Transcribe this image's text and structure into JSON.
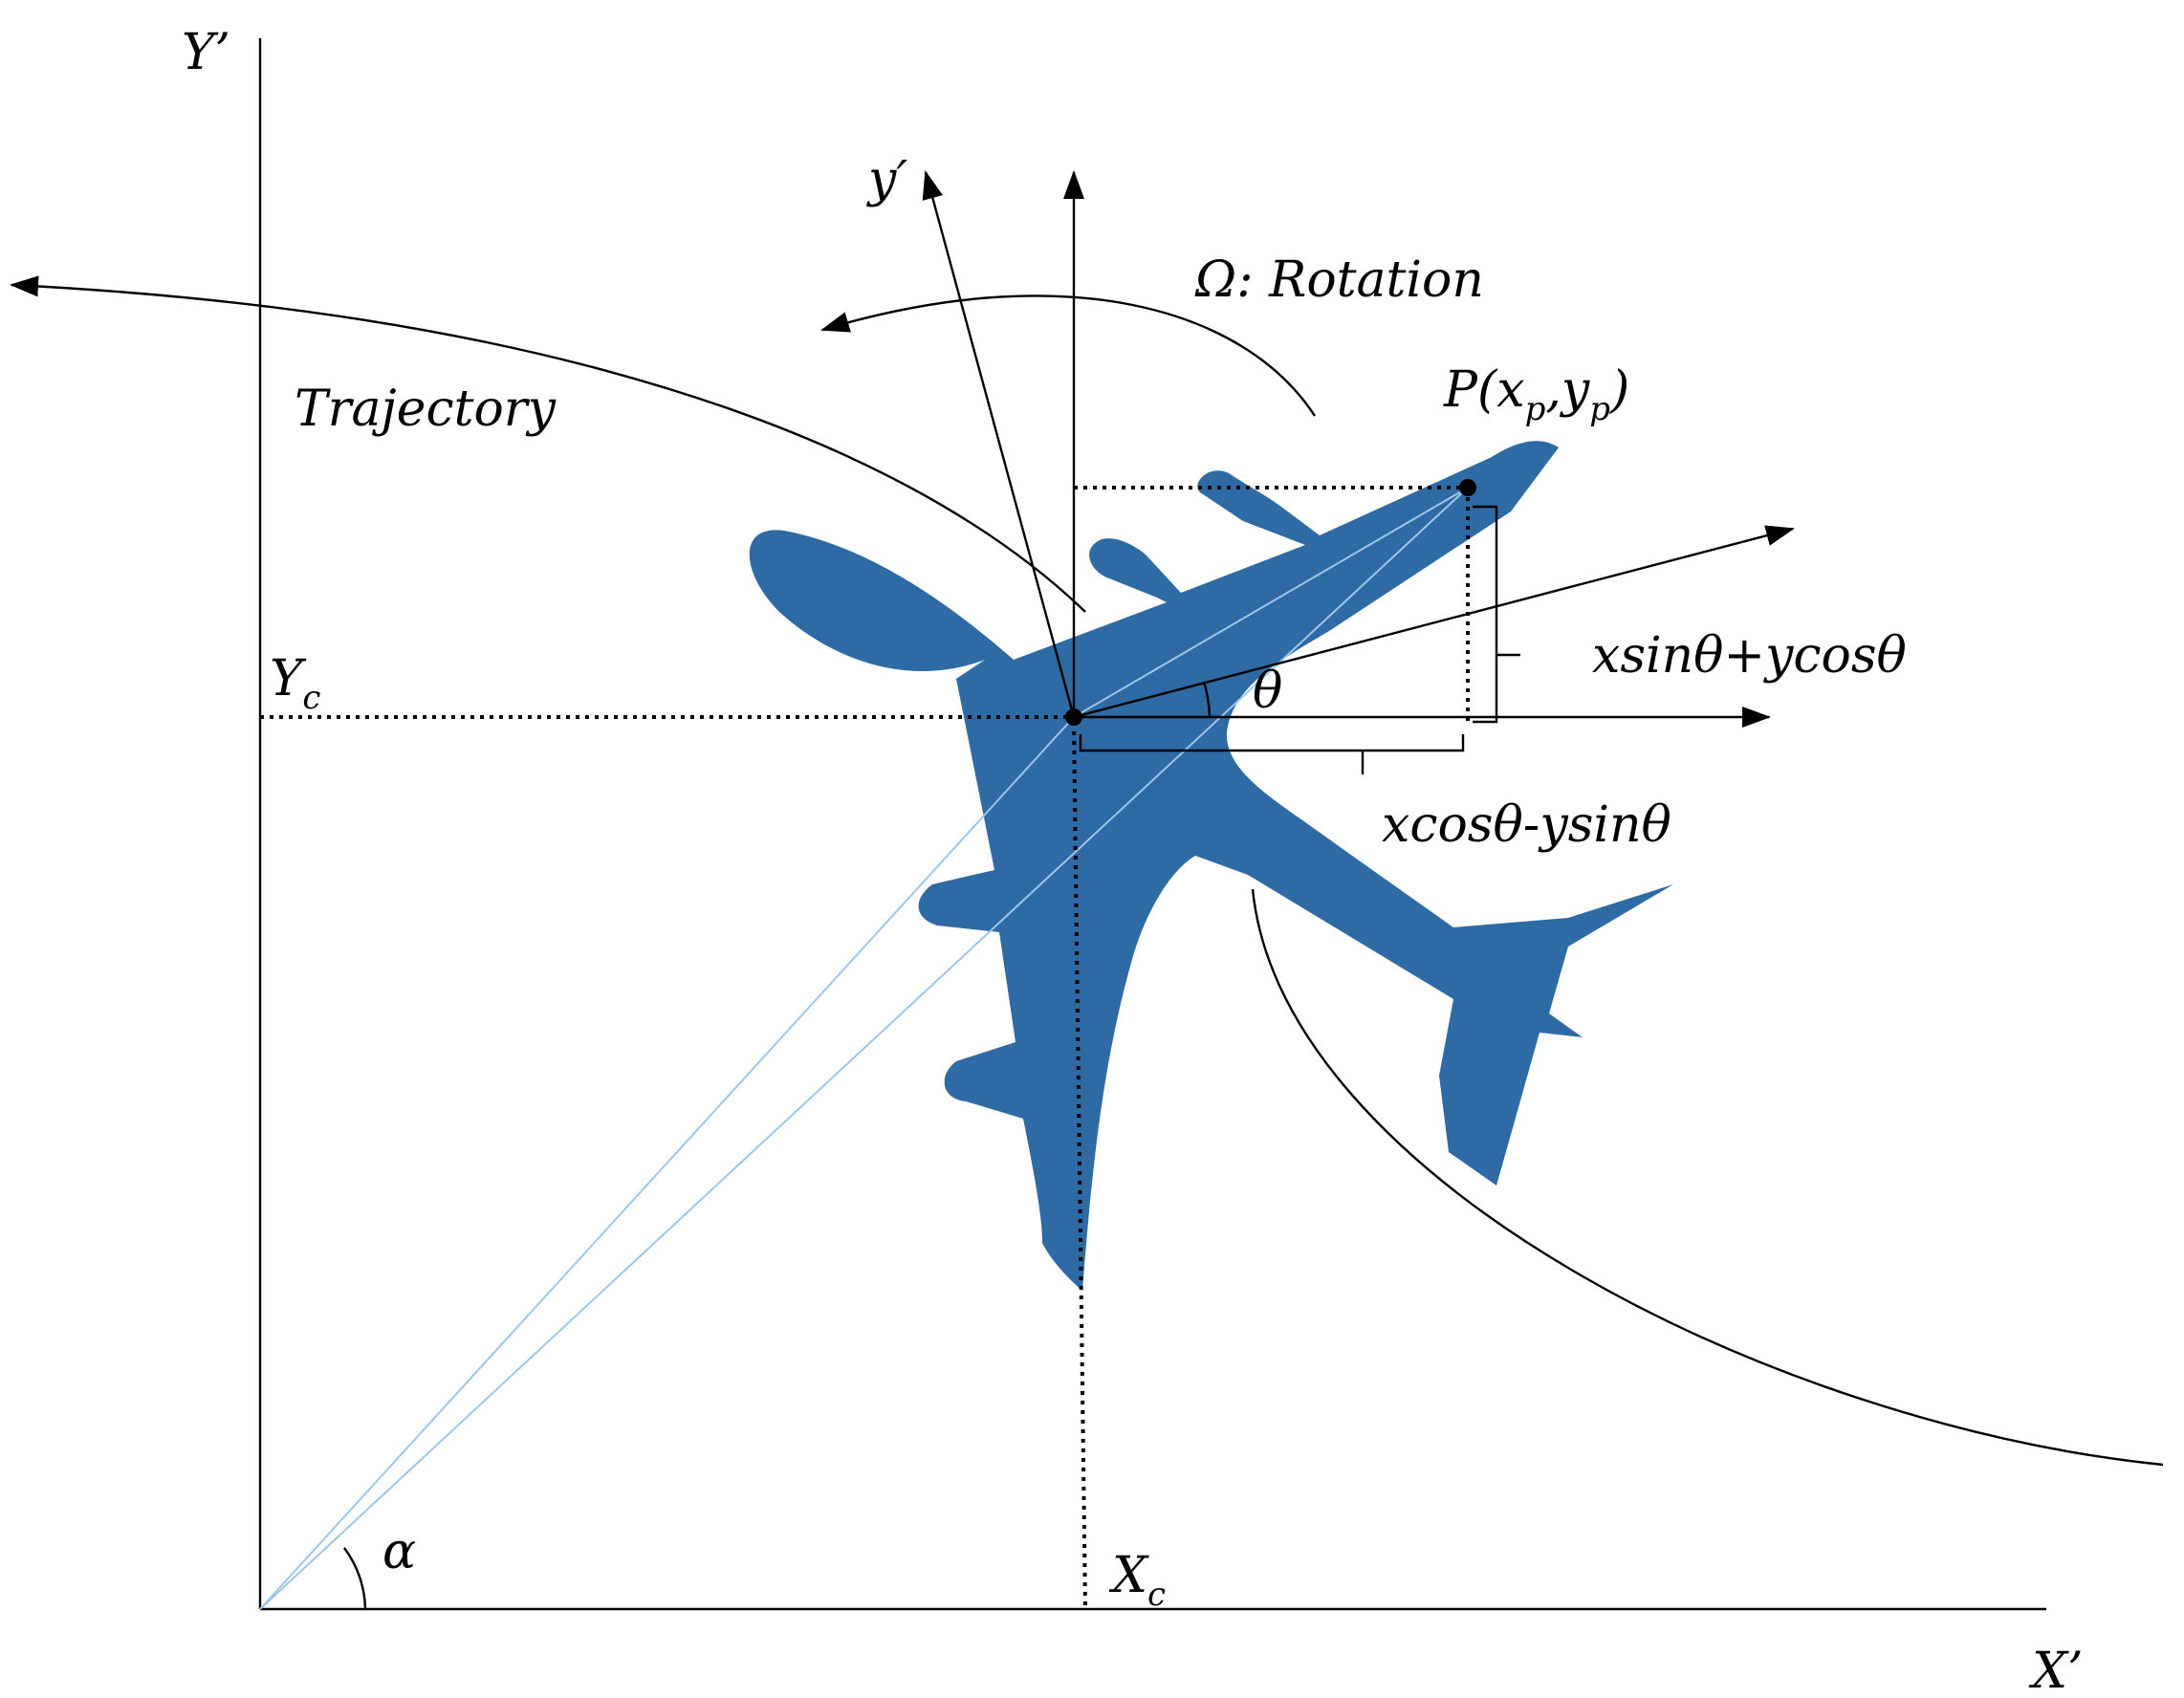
{
  "labels": {
    "y_axis": "Y’",
    "x_axis": "X’",
    "y_prime": "y′",
    "rotation": "Ω: Rotation",
    "trajectory": "Trajectory",
    "point_main": "P(x",
    "point_sub_p1": "p",
    "point_comma": ",y",
    "point_sub_p2": "p",
    "point_close": ")",
    "yc_main": "Y",
    "yc_sub": "c",
    "xc_main": "X",
    "xc_sub": "c",
    "theta": "θ",
    "alpha": "α",
    "formula_vertical": "xsinθ+ycosθ",
    "formula_horizontal": "xcosθ-ysinθ"
  },
  "colors": {
    "airplane": "#2e6aa3",
    "line": "#000000",
    "light_line": "#9ec6ea",
    "background": "#ffffff"
  }
}
